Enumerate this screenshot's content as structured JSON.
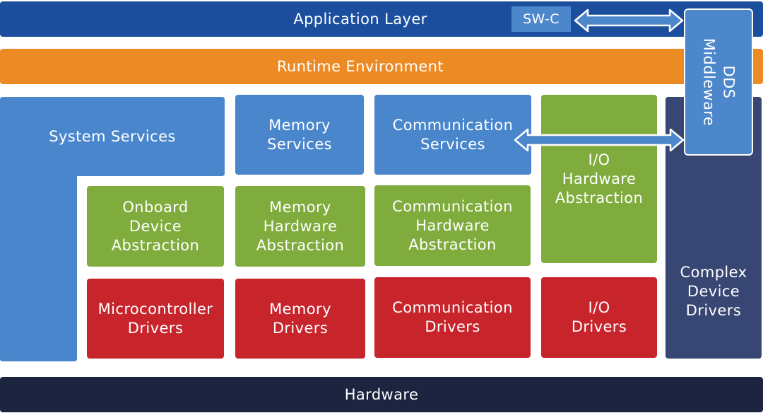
{
  "application_layer": "Application Layer",
  "swc": "SW-C",
  "runtime_environment": "Runtime Environment",
  "dds_middleware": [
    "DDS",
    "Middleware"
  ],
  "system_services": "System Services",
  "memory_services": [
    "Memory",
    "Services"
  ],
  "communication_services": [
    "Communication",
    "Services"
  ],
  "io_hardware_abstraction": [
    "I/O",
    "Hardware",
    "Abstraction"
  ],
  "complex_device_drivers": [
    "Complex",
    "Device",
    "Drivers"
  ],
  "onboard_device_abstraction": [
    "Onboard",
    "Device",
    "Abstraction"
  ],
  "memory_hardware_abstraction": [
    "Memory",
    "Hardware",
    "Abstraction"
  ],
  "communication_hardware_abstraction": [
    "Communication",
    "Hardware",
    "Abstraction"
  ],
  "microcontroller_drivers": [
    "Microcontroller",
    "Drivers"
  ],
  "memory_drivers": [
    "Memory",
    "Drivers"
  ],
  "communication_drivers": [
    "Communication",
    "Drivers"
  ],
  "io_drivers": [
    "I/O",
    "Drivers"
  ],
  "hardware": "Hardware",
  "colors": {
    "application_layer": "#1b4f9e",
    "runtime_environment": "#ec8b24",
    "services": "#4a86cc",
    "abstraction": "#7fac3c",
    "drivers": "#c8242c",
    "complex_drivers": "#374672",
    "hardware": "#1c2440"
  }
}
